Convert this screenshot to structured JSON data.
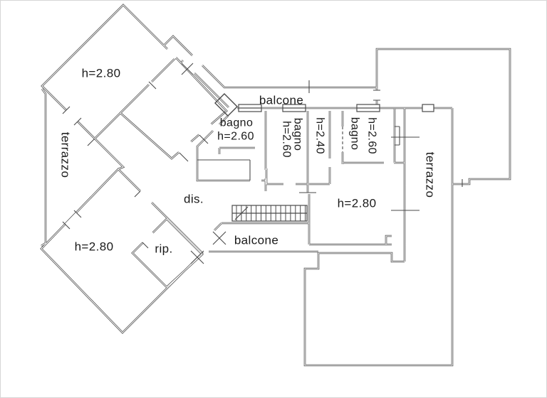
{
  "plan": {
    "type": "apartment-floor-plan",
    "labels": {
      "room_top_left_height": "h=2.80",
      "room_bottom_left_height": "h=2.80",
      "room_right_height": "h=2.80",
      "terrace_left": "terrazzo",
      "terrace_right": "terrazzo",
      "balcony_top": "balcone",
      "balcony_bottom": "balcone",
      "bath1_name": "bagno",
      "bath1_height": "h=2.60",
      "bath2_name": "bagno",
      "bath2_height": "h=2.60",
      "bath3_name": "bagno",
      "bath3_height": "h=2.60",
      "corridor_height": "h=2.40",
      "hallway": "dis.",
      "storage": "rip."
    },
    "colors": {
      "wall": "#4a4a4a",
      "text": "#1a1a1a",
      "background": "#ffffff"
    }
  }
}
